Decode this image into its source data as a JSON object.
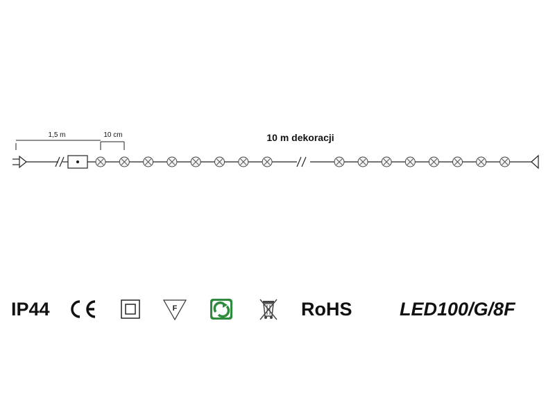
{
  "diagram": {
    "label_cable": "1,5 m",
    "label_spacing": "10 cm",
    "label_decoration": "10 m dekoracji",
    "bulb_count_left": 8,
    "bulb_count_right": 8,
    "icons": {
      "plug": "plug-icon",
      "controller": "controller-box-icon",
      "bulb": "bulb-icon",
      "break": "line-break-icon",
      "end_cap": "end-cap-icon"
    }
  },
  "marks": {
    "ip_rating": "IP44",
    "ce_mark": "CE",
    "rohs": "RoHS",
    "model": "LED100/G/8F",
    "icons": {
      "ce": "ce-mark-icon",
      "double_insulation": "double-insulation-icon",
      "f_mark": "f-mark-triangle-icon",
      "recycling": "recycling-icon",
      "weee": "crossed-bin-icon"
    },
    "colors": {
      "recycling_green": "#2e8b3e"
    }
  }
}
